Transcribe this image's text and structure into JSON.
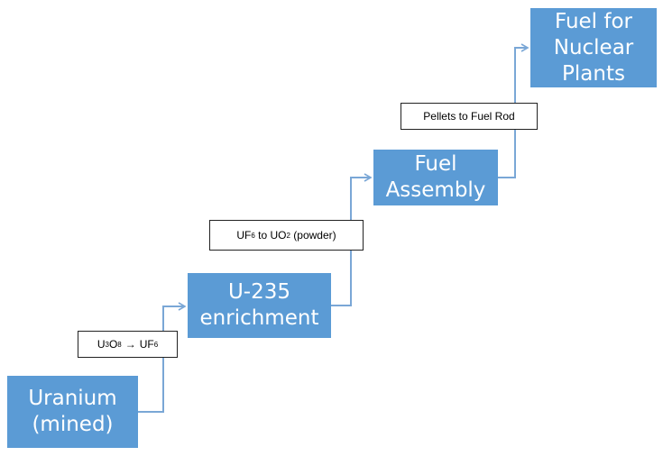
{
  "steps": [
    {
      "line1": "Uranium",
      "line2": "(mined)"
    },
    {
      "line1": "U-235",
      "line2": "enrichment"
    },
    {
      "line1": "Fuel",
      "line2": "Assembly"
    },
    {
      "line1": "Fuel for",
      "line2": "Nuclear",
      "line3": "Plants"
    }
  ],
  "notes": {
    "n1": {
      "a_base": "U",
      "a_sub1": "3",
      "a_mid": "O",
      "a_sub2": "8",
      "arrow": "→",
      "b_base": "UF",
      "b_sub": "6"
    },
    "n2": {
      "a_base": "UF",
      "a_sub": "6",
      "mid": " to UO",
      "b_sub": "2",
      "tail": " (powder)"
    },
    "n3": {
      "text": "Pellets to Fuel Rod"
    }
  },
  "colors": {
    "box": "#5b9bd5",
    "connector": "#7aa7d6",
    "note_border": "#222222"
  }
}
